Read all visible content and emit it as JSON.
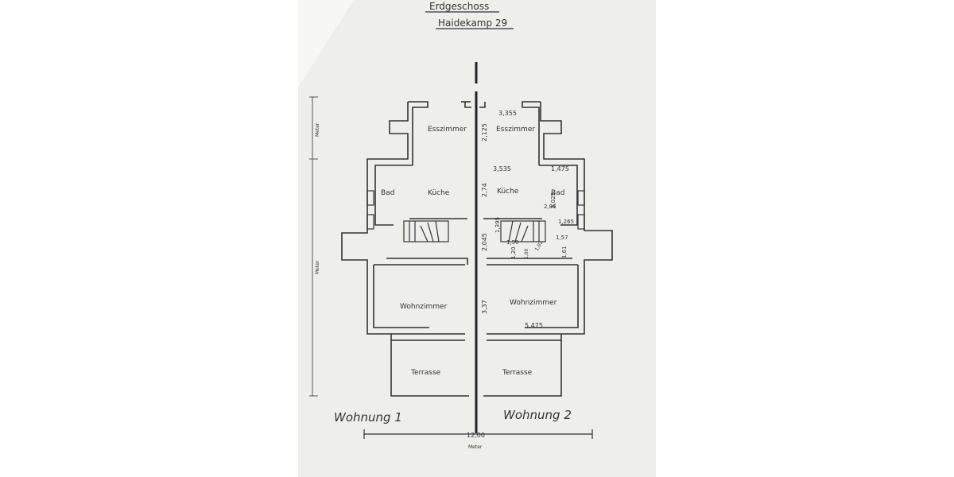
{
  "title": {
    "line1": "Erdgeschoss",
    "line2": "Haidekamp 29"
  },
  "rooms": {
    "esszimmer_left": "Esszimmer",
    "esszimmer_right": "Esszimmer",
    "kueche_left": "Küche",
    "kueche_right": "Küche",
    "bad_left": "Bad",
    "bad_right": "Bad",
    "wohnzimmer_left": "Wohnzimmer",
    "wohnzimmer_right": "Wohnzimmer",
    "terrasse_left": "Terrasse",
    "terrasse_right": "Terrasse"
  },
  "dimensions": {
    "d_3355": "3,355",
    "d_2125": "2,125",
    "d_3535": "3,535",
    "d_1475": "1,475",
    "d_274": "2,74",
    "d_3025": "3,025",
    "d_286": "2,86",
    "d_1265": "1,265",
    "d_1395": "1,395",
    "d_2045": "2,045",
    "d_150": "1,50",
    "d_120": "1,20",
    "d_100": "1,00",
    "d_102": "1,02",
    "d_157": "1,57",
    "d_161": "1,61",
    "d_337": "3,37",
    "d_5475": "5,475",
    "d_1200": "12,00",
    "unit_bottom": "Meter",
    "unit_left_top": "Meter",
    "unit_left_mid": "Meter"
  },
  "signatures": {
    "left": "Wohnung 1",
    "right": "Wohnung 2"
  }
}
